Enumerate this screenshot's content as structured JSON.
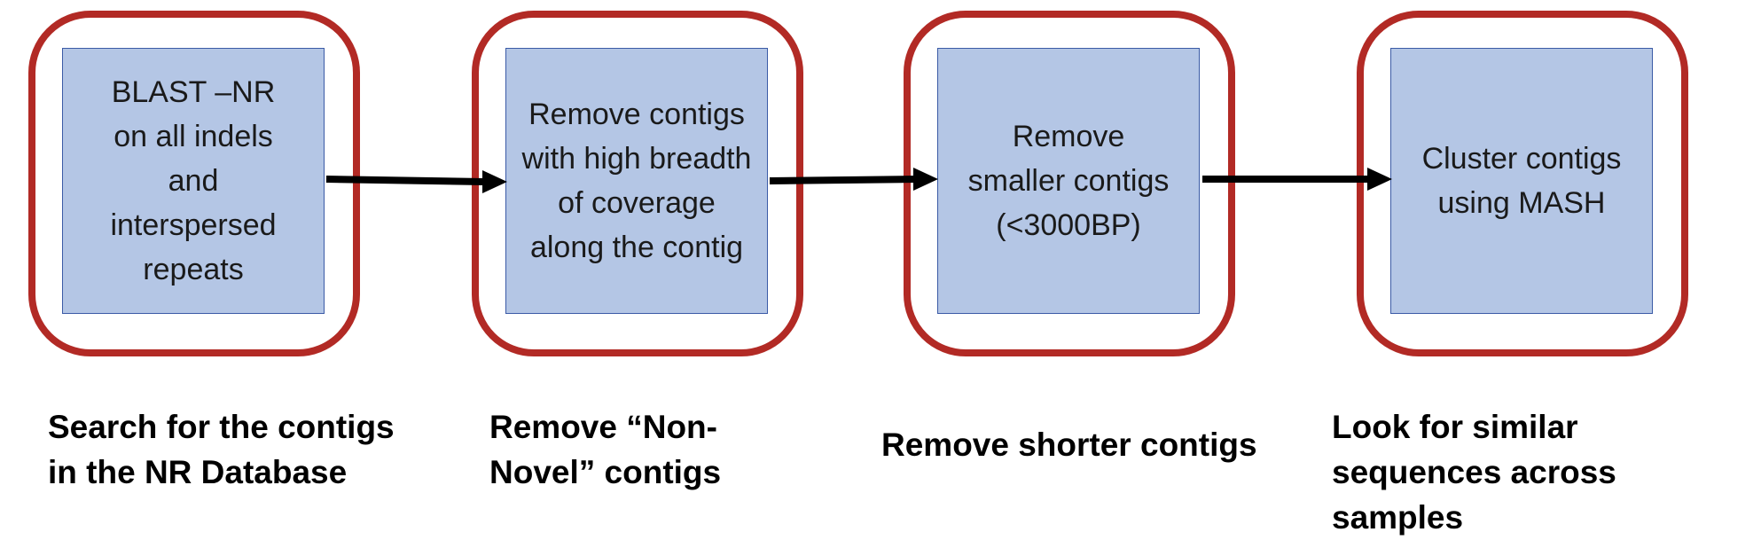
{
  "steps": [
    {
      "box_text": "BLAST –NR on all indels and interspersed repeats",
      "caption": "Search for the contigs in the NR Database"
    },
    {
      "box_text": "Remove contigs with high breadth of coverage along the contig",
      "caption": "Remove “Non-Novel” contigs"
    },
    {
      "box_text": "Remove smaller contigs (<3000BP)",
      "caption": "Remove shorter contigs"
    },
    {
      "box_text": "Cluster contigs using MASH",
      "caption": "Look for similar sequences across samples"
    }
  ],
  "colors": {
    "frame": "#b22a25",
    "box_fill": "#b4c6e5",
    "box_border": "#3b5ba6",
    "arrow": "#000000"
  }
}
